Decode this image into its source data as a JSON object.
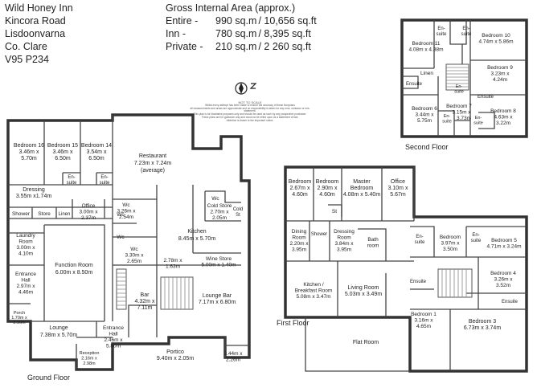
{
  "header": {
    "address": [
      "Wild Honey Inn",
      "Kincora Road",
      "Lisdoonvarna",
      "Co. Clare",
      "V95 P234"
    ],
    "gross_area_title": "Gross Internal Area (approx.)",
    "gross_area": [
      {
        "label": "Entire -",
        "metric": "990 sq.m",
        "imperial": "10,656 sq.ft"
      },
      {
        "label": "Inn -",
        "metric": "780 sq.m",
        "imperial": "8,395 sq.ft"
      },
      {
        "label": "Private -",
        "metric": "210 sq.m",
        "imperial": "2 260 sq.ft"
      }
    ]
  },
  "notice": {
    "title": "NOT TO SCALE",
    "lines": [
      "Whilst every attempt has been made to ensure the accuracy of these floorplans",
      "all measurements and areas are approximate and no responsibility is taken for any error, omission or mis-statement.",
      "This plan is for illustrative purposes only and should be used as such by any prospective purchaser.",
      "These plans are for guidance only and must not be relied upon as a statement of fact.",
      "Attention is drawn to the important notice."
    ]
  },
  "floors": {
    "ground": "Ground Floor",
    "first": "First Floor",
    "second": "Second Floor"
  },
  "rooms": {
    "ground": [
      {
        "name": "Bedroom 16",
        "dims": [
          "3.46m x",
          "5.70m"
        ]
      },
      {
        "name": "Bedroom 15",
        "dims": [
          "3.46m x",
          "6.50m"
        ]
      },
      {
        "name": "Bedroom 14",
        "dims": [
          "3.54m x",
          "6.50m"
        ]
      },
      {
        "name": "Restaurant",
        "dims": [
          "7.23m x 7.24m",
          "(average)"
        ]
      },
      {
        "name": "En-",
        "dims": [
          "suite"
        ]
      },
      {
        "name": "En-",
        "dims": [
          "suite"
        ]
      },
      {
        "name": "Dressing",
        "dims": [
          "3.55m x1.74m"
        ]
      },
      {
        "name": "Shower",
        "dims": []
      },
      {
        "name": "Store",
        "dims": []
      },
      {
        "name": "Linen",
        "dims": []
      },
      {
        "name": "Office",
        "dims": [
          "3.00m x",
          "2.37m"
        ]
      },
      {
        "name": "Wc",
        "dims": [
          "3.26m x",
          "2.54m"
        ]
      },
      {
        "name": "Wc",
        "dims": []
      },
      {
        "name": "Cold Store",
        "dims": [
          "2.70m x",
          "2.05m"
        ]
      },
      {
        "name": "Cold",
        "dims": [
          "St"
        ]
      },
      {
        "name": "Kitchen",
        "dims": [
          "8.45m x 5.70m"
        ]
      },
      {
        "name": "Laundry",
        "dims": [
          "Room",
          "3.00m x",
          "4.10m"
        ]
      },
      {
        "name": "Function Room",
        "dims": [
          "6.00m x 8.50m"
        ]
      },
      {
        "name": "Wc",
        "dims": []
      },
      {
        "name": "Wc",
        "dims": [
          "3.30m x",
          "2.65m"
        ]
      },
      {
        "name": "2.78m x",
        "dims": [
          "1.63m"
        ]
      },
      {
        "name": "Wine Store",
        "dims": [
          "5.00m x 1.40m"
        ]
      },
      {
        "name": "Entrance",
        "dims": [
          "Hall",
          "2.97m x",
          "4.46m"
        ]
      },
      {
        "name": "Bar",
        "dims": [
          "4.32m x",
          "7.11m"
        ]
      },
      {
        "name": "Lounge Bar",
        "dims": [
          "7.17m x 6.80m"
        ]
      },
      {
        "name": "Porch",
        "dims": [
          "1.70m x",
          "2.16m"
        ]
      },
      {
        "name": "Lounge",
        "dims": [
          "7.38m x 5.70m"
        ]
      },
      {
        "name": "Entrance",
        "dims": [
          "Hall",
          "2.46m x",
          "5.80m"
        ]
      },
      {
        "name": "Reception",
        "dims": [
          "2.16m x",
          "2.98m"
        ]
      },
      {
        "name": "Portico",
        "dims": [
          "9.40m x 2.05m"
        ]
      },
      {
        "name": "3.44m x",
        "dims": [
          "2.26m"
        ]
      },
      {
        "name": "Wc",
        "dims": []
      }
    ],
    "first": [
      {
        "name": "Bedroom",
        "dims": [
          "2.67m x",
          "4.60m"
        ]
      },
      {
        "name": "Bedroom",
        "dims": [
          "2.90m x",
          "4.60m"
        ]
      },
      {
        "name": "Master",
        "dims": [
          "Bedroom",
          "4.08m x 5.40m"
        ]
      },
      {
        "name": "Office",
        "dims": [
          "3.10m x",
          "5.67m"
        ]
      },
      {
        "name": "St",
        "dims": []
      },
      {
        "name": "Dining",
        "dims": [
          "Room",
          "2.20m x",
          "3.95m"
        ]
      },
      {
        "name": "Shower",
        "dims": []
      },
      {
        "name": "Dressing",
        "dims": [
          "Room",
          "3.84m x",
          "3.95m"
        ]
      },
      {
        "name": "Bath",
        "dims": [
          "room"
        ]
      },
      {
        "name": "En-",
        "dims": [
          "suite"
        ]
      },
      {
        "name": "Bedroom",
        "dims": [
          "3.97m x",
          "3.50m"
        ]
      },
      {
        "name": "En-",
        "dims": [
          "suite"
        ]
      },
      {
        "name": "Bedroom 5",
        "dims": [
          "4.71m x 3.24m"
        ]
      },
      {
        "name": "Kitchen /",
        "dims": [
          "Breakfast Room",
          "5.08m x 3.47m"
        ]
      },
      {
        "name": "Living Room",
        "dims": [
          "5.03m x 3.49m"
        ]
      },
      {
        "name": "Ensuite",
        "dims": []
      },
      {
        "name": "Bedroom 4",
        "dims": [
          "3.26m x",
          "3.52m"
        ]
      },
      {
        "name": "Ensuite",
        "dims": []
      },
      {
        "name": "Bedroom 1",
        "dims": [
          "3.16m x",
          "4.65m"
        ]
      },
      {
        "name": "Bedroom 3",
        "dims": [
          "6.73m x 3.74m"
        ]
      },
      {
        "name": "Flat Room",
        "dims": []
      }
    ],
    "second": [
      {
        "name": "En-",
        "dims": [
          "suite"
        ]
      },
      {
        "name": "En-",
        "dims": [
          "suite"
        ]
      },
      {
        "name": "Bedroom 11",
        "dims": [
          "4.08m x 4.38m"
        ]
      },
      {
        "name": "Bedroom 10",
        "dims": [
          "4.74m x 5.86m"
        ]
      },
      {
        "name": "Linen",
        "dims": []
      },
      {
        "name": "Bedroom 9",
        "dims": [
          "3.23m x",
          "4.24m"
        ]
      },
      {
        "name": "Ensuite",
        "dims": []
      },
      {
        "name": "Ensuite",
        "dims": []
      },
      {
        "name": "Bedroom 7",
        "dims": [
          "3.15m x",
          "3.73m"
        ]
      },
      {
        "name": "Bedroom 6",
        "dims": [
          "3.44m x",
          "5.75m"
        ]
      },
      {
        "name": "En-",
        "dims": [
          "suite"
        ]
      },
      {
        "name": "En-",
        "dims": [
          "suite"
        ]
      },
      {
        "name": "Bedroom 8",
        "dims": [
          "4.63m x",
          "3.22m"
        ]
      },
      {
        "name": "En-",
        "dims": [
          "suite"
        ]
      }
    ]
  }
}
